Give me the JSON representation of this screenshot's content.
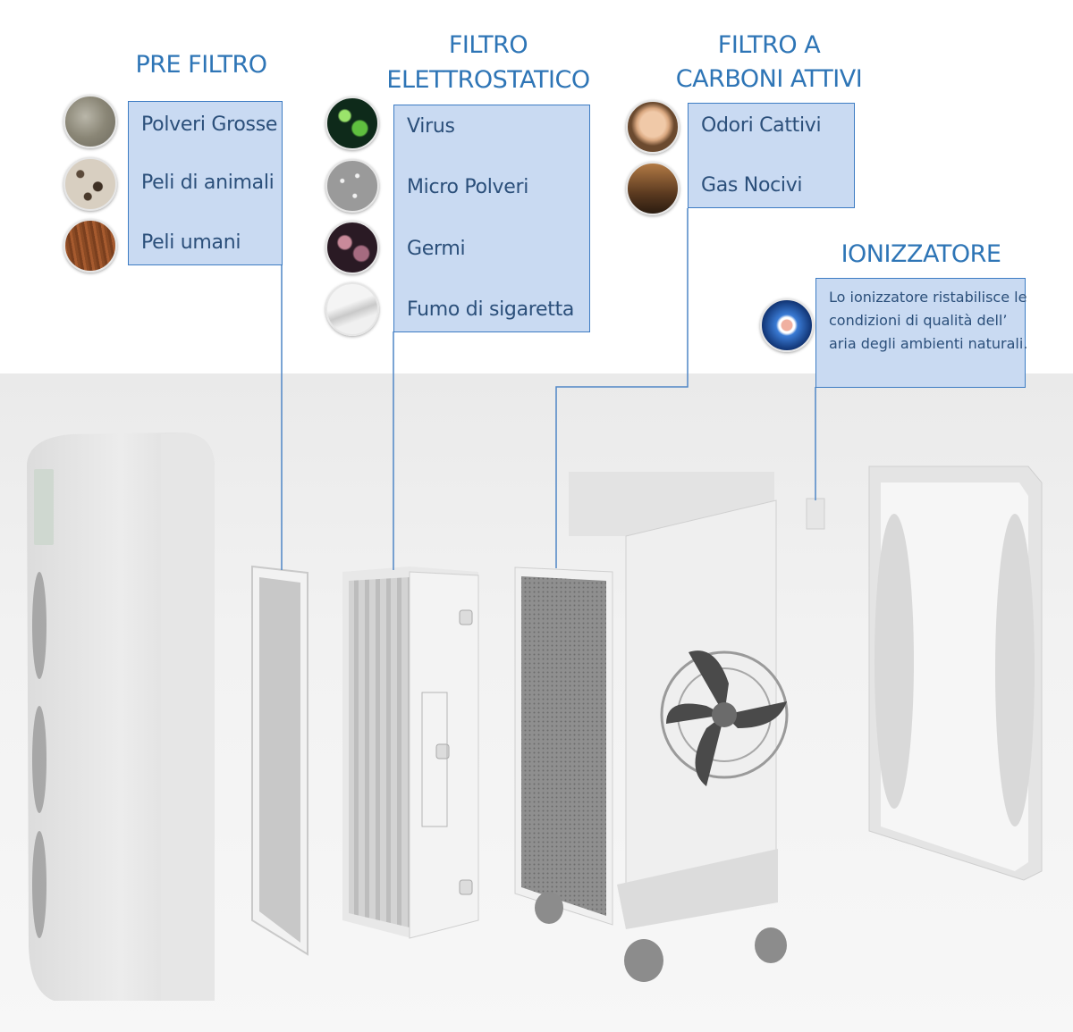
{
  "sections": {
    "pre_filtro": {
      "title": "PRE FILTRO",
      "items": [
        "Polveri Grosse",
        "Peli di animali",
        "Peli umani"
      ]
    },
    "elettrostatico": {
      "title_line1": "FILTRO",
      "title_line2": "ELETTROSTATICO",
      "items": [
        "Virus",
        "Micro Polveri",
        "Germi",
        "Fumo di sigaretta"
      ]
    },
    "carboni": {
      "title_line1": "FILTRO A",
      "title_line2": "CARBONI ATTIVI",
      "items": [
        "Odori Cattivi",
        "Gas Nocivi"
      ]
    },
    "ionizzatore": {
      "title": "IONIZZATORE",
      "description": "Lo ionizzatore ristabilisce le condizioni di qualità dell’ aria degli ambienti naturali."
    }
  },
  "colors": {
    "accent": "#2e75b6",
    "box_fill": "#c9daf2",
    "box_border": "#3d7cc3",
    "text": "#2b4f7a"
  },
  "icons": [
    "dust-icon",
    "animal-hair-icon",
    "human-hair-icon",
    "virus-icon",
    "micro-dust-icon",
    "germ-icon",
    "cigarette-smoke-icon",
    "bad-odor-icon",
    "toxic-gas-icon",
    "ion-icon"
  ]
}
